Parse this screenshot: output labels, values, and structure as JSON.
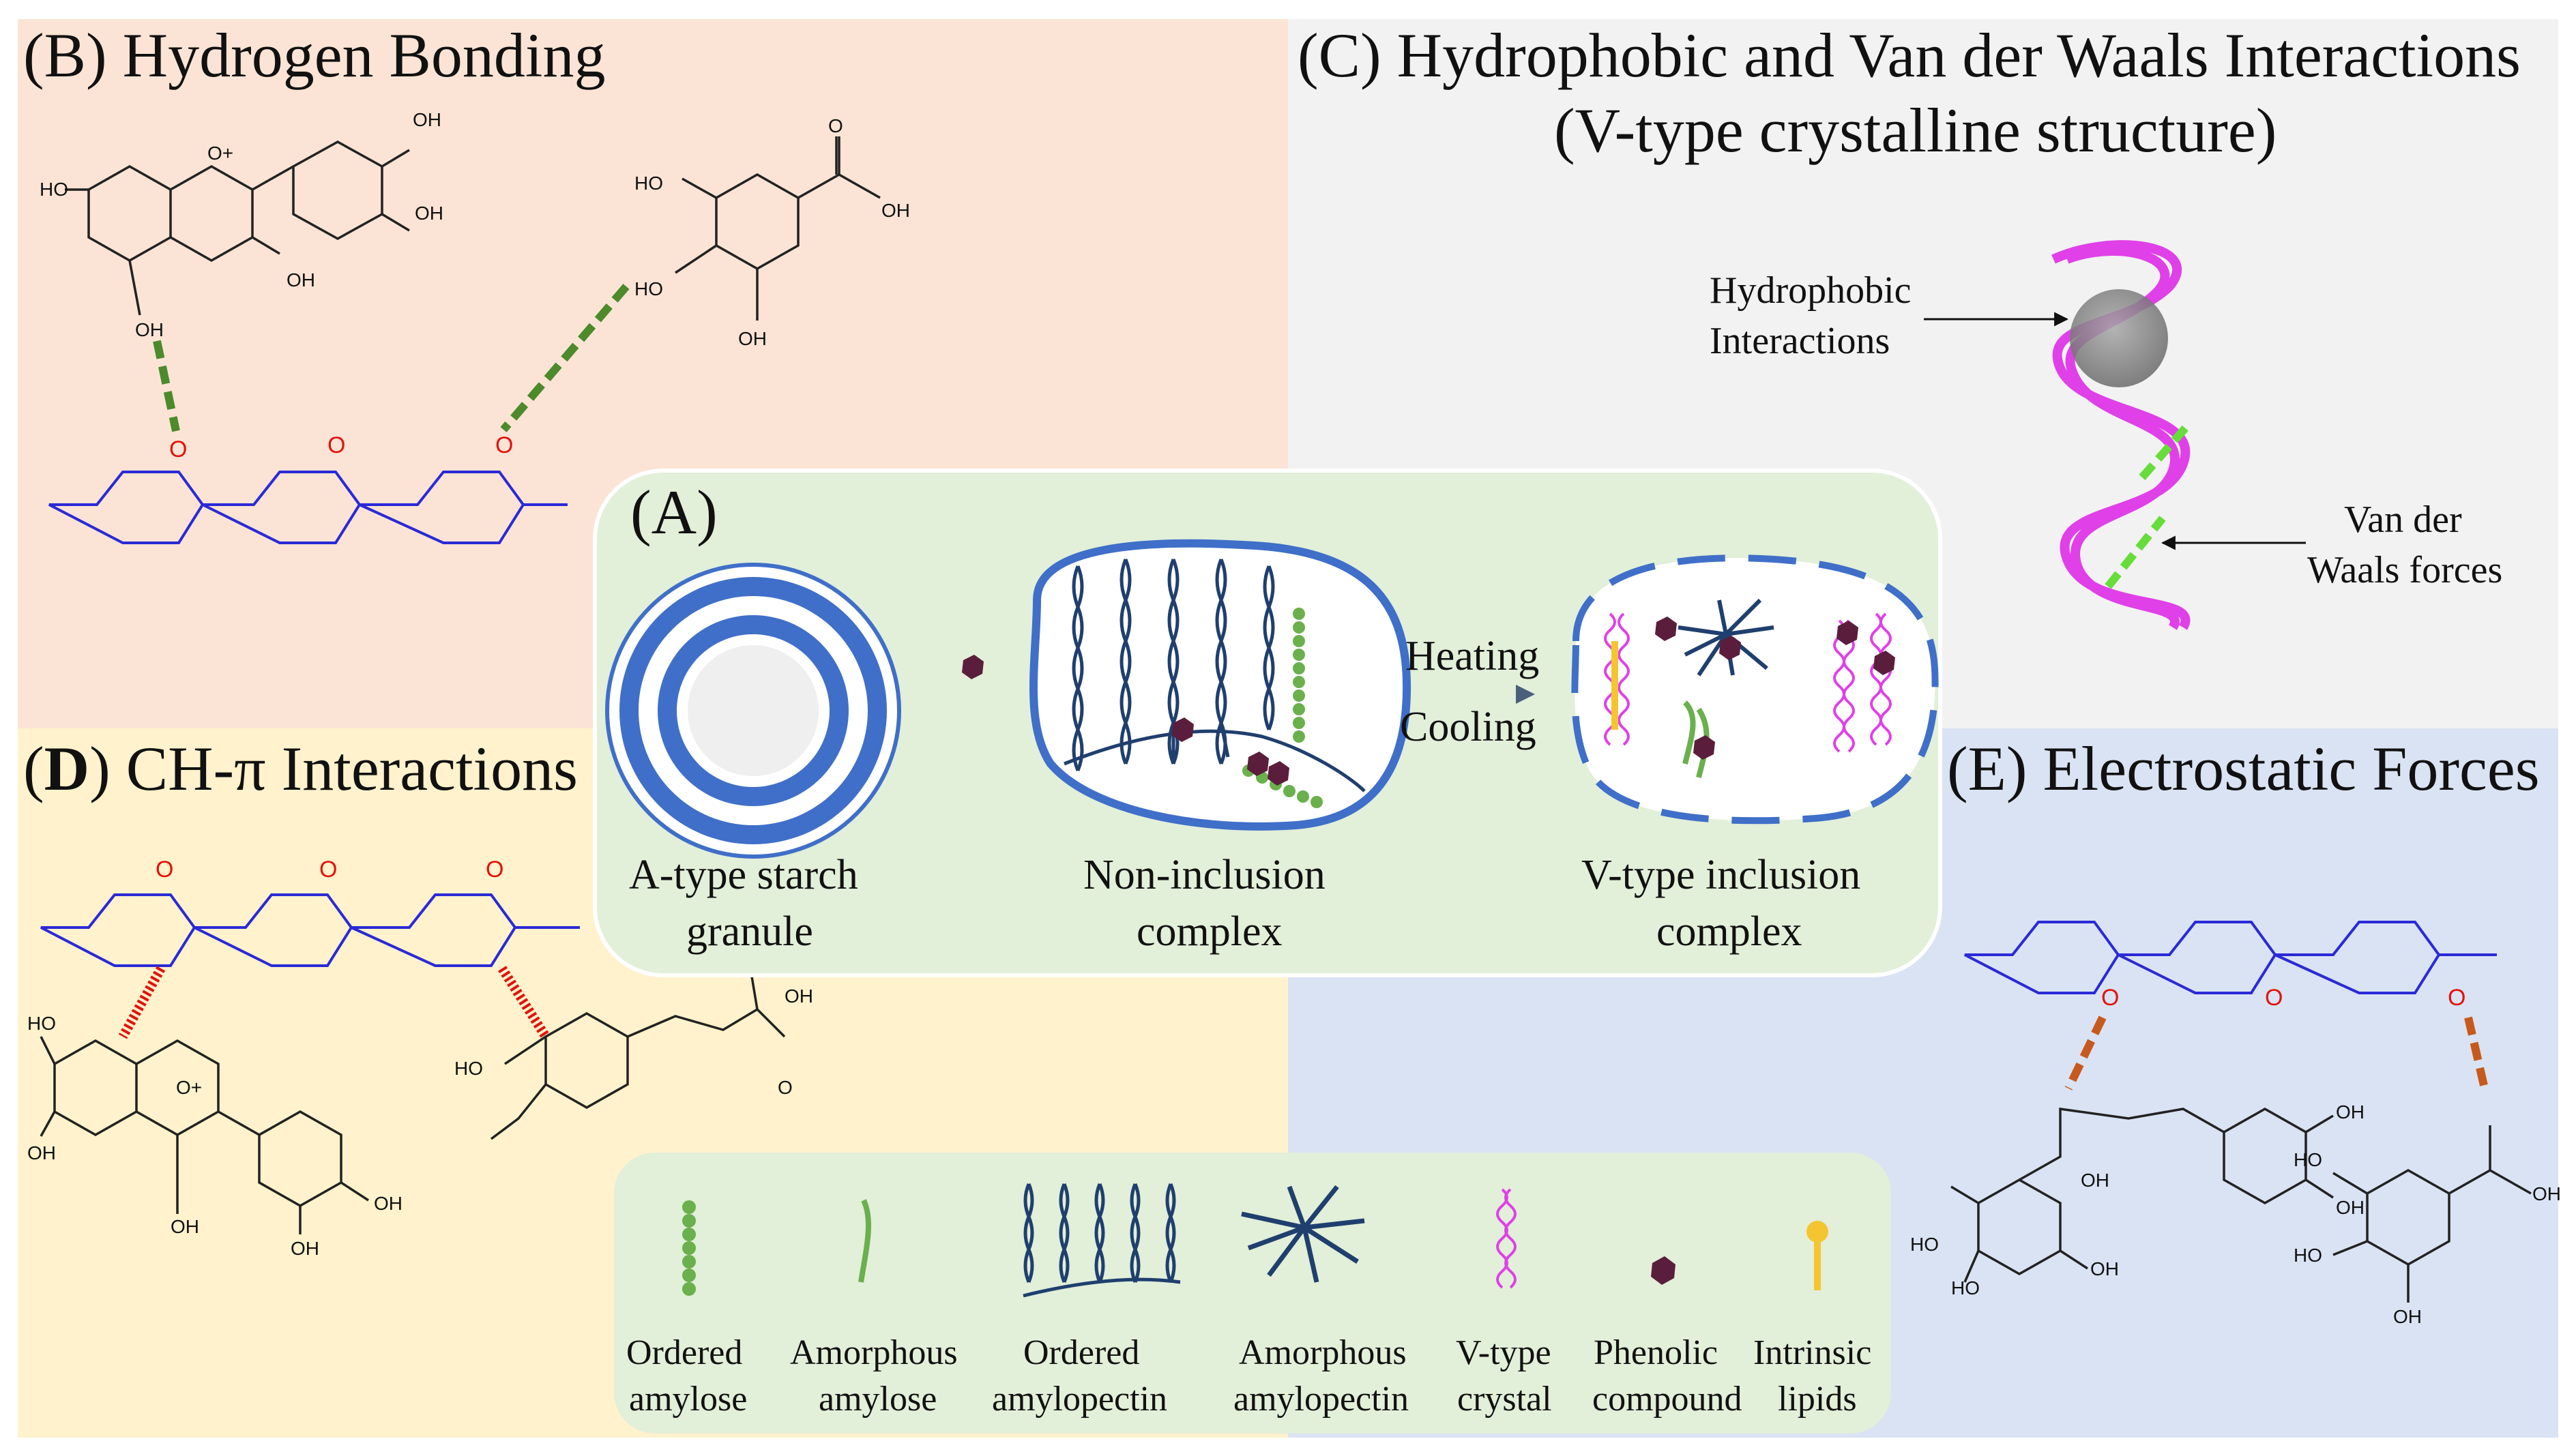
{
  "panels": {
    "A": {
      "title": "(A)",
      "color": "#e2efd9"
    },
    "B": {
      "title": "(B) Hydrogen Bonding",
      "color": "#fbe4d5"
    },
    "C": {
      "title_line1": "(C) Hydrophobic and Van der Waals Interactions",
      "title_line2": "(V-type crystalline structure)",
      "color": "#f2f2f2"
    },
    "D": {
      "title_letter": "D",
      "title_rest": "CH-π Interactions",
      "color": "#fff2cc"
    },
    "E": {
      "title": "(E) Electrostatic Forces",
      "color": "#dae3f3"
    }
  },
  "stages": {
    "a_type_line1": "A-type starch",
    "a_type_line2": "granule",
    "non_inclusion_line1": "Non-inclusion",
    "non_inclusion_line2": "complex",
    "v_type_line1": "V-type inclusion",
    "v_type_line2": "complex",
    "heating": "Heating",
    "cooling": "Cooling"
  },
  "annotations": {
    "hydrophobic_line1": "Hydrophobic",
    "hydrophobic_line2": "Interactions",
    "vdw_line1": "Van der",
    "vdw_line2": "Waals forces"
  },
  "chem_labels": {
    "oh": "OH",
    "ho": "HO",
    "o": "O",
    "o_plus": "O+"
  },
  "legend": {
    "ordered_amylose": {
      "line1": "Ordered",
      "line2": "amylose"
    },
    "amorphous_amylose": {
      "line1": "Amorphous",
      "line2": "amylose"
    },
    "ordered_amylopectin": {
      "line1": "Ordered",
      "line2": "amylopectin"
    },
    "amorphous_amylopectin": {
      "line1": "Amorphous",
      "line2": "amylopectin"
    },
    "v_type_crystal": {
      "line1": "V-type",
      "line2": "crystal"
    },
    "phenolic_compound": {
      "line1": "Phenolic",
      "line2": "compound"
    },
    "intrinsic_lipids": {
      "line1": "Intrinsic",
      "line2": "lipids"
    }
  },
  "colors": {
    "glucose_ring": "#2a2ad6",
    "oxygen": "#e3120b",
    "h_bond": "#4c8a2b",
    "ch_pi": "#e3120b",
    "electrostatic": "#c65a1e",
    "vdw": "#66dd3a",
    "helix": "#e040e8",
    "granule": "#3f6fc8",
    "amylose_green": "#6ab04c",
    "amylopectin_navy": "#1f3f6e",
    "phenolic": "#5a1e3c",
    "lipid": "#f5c531"
  }
}
